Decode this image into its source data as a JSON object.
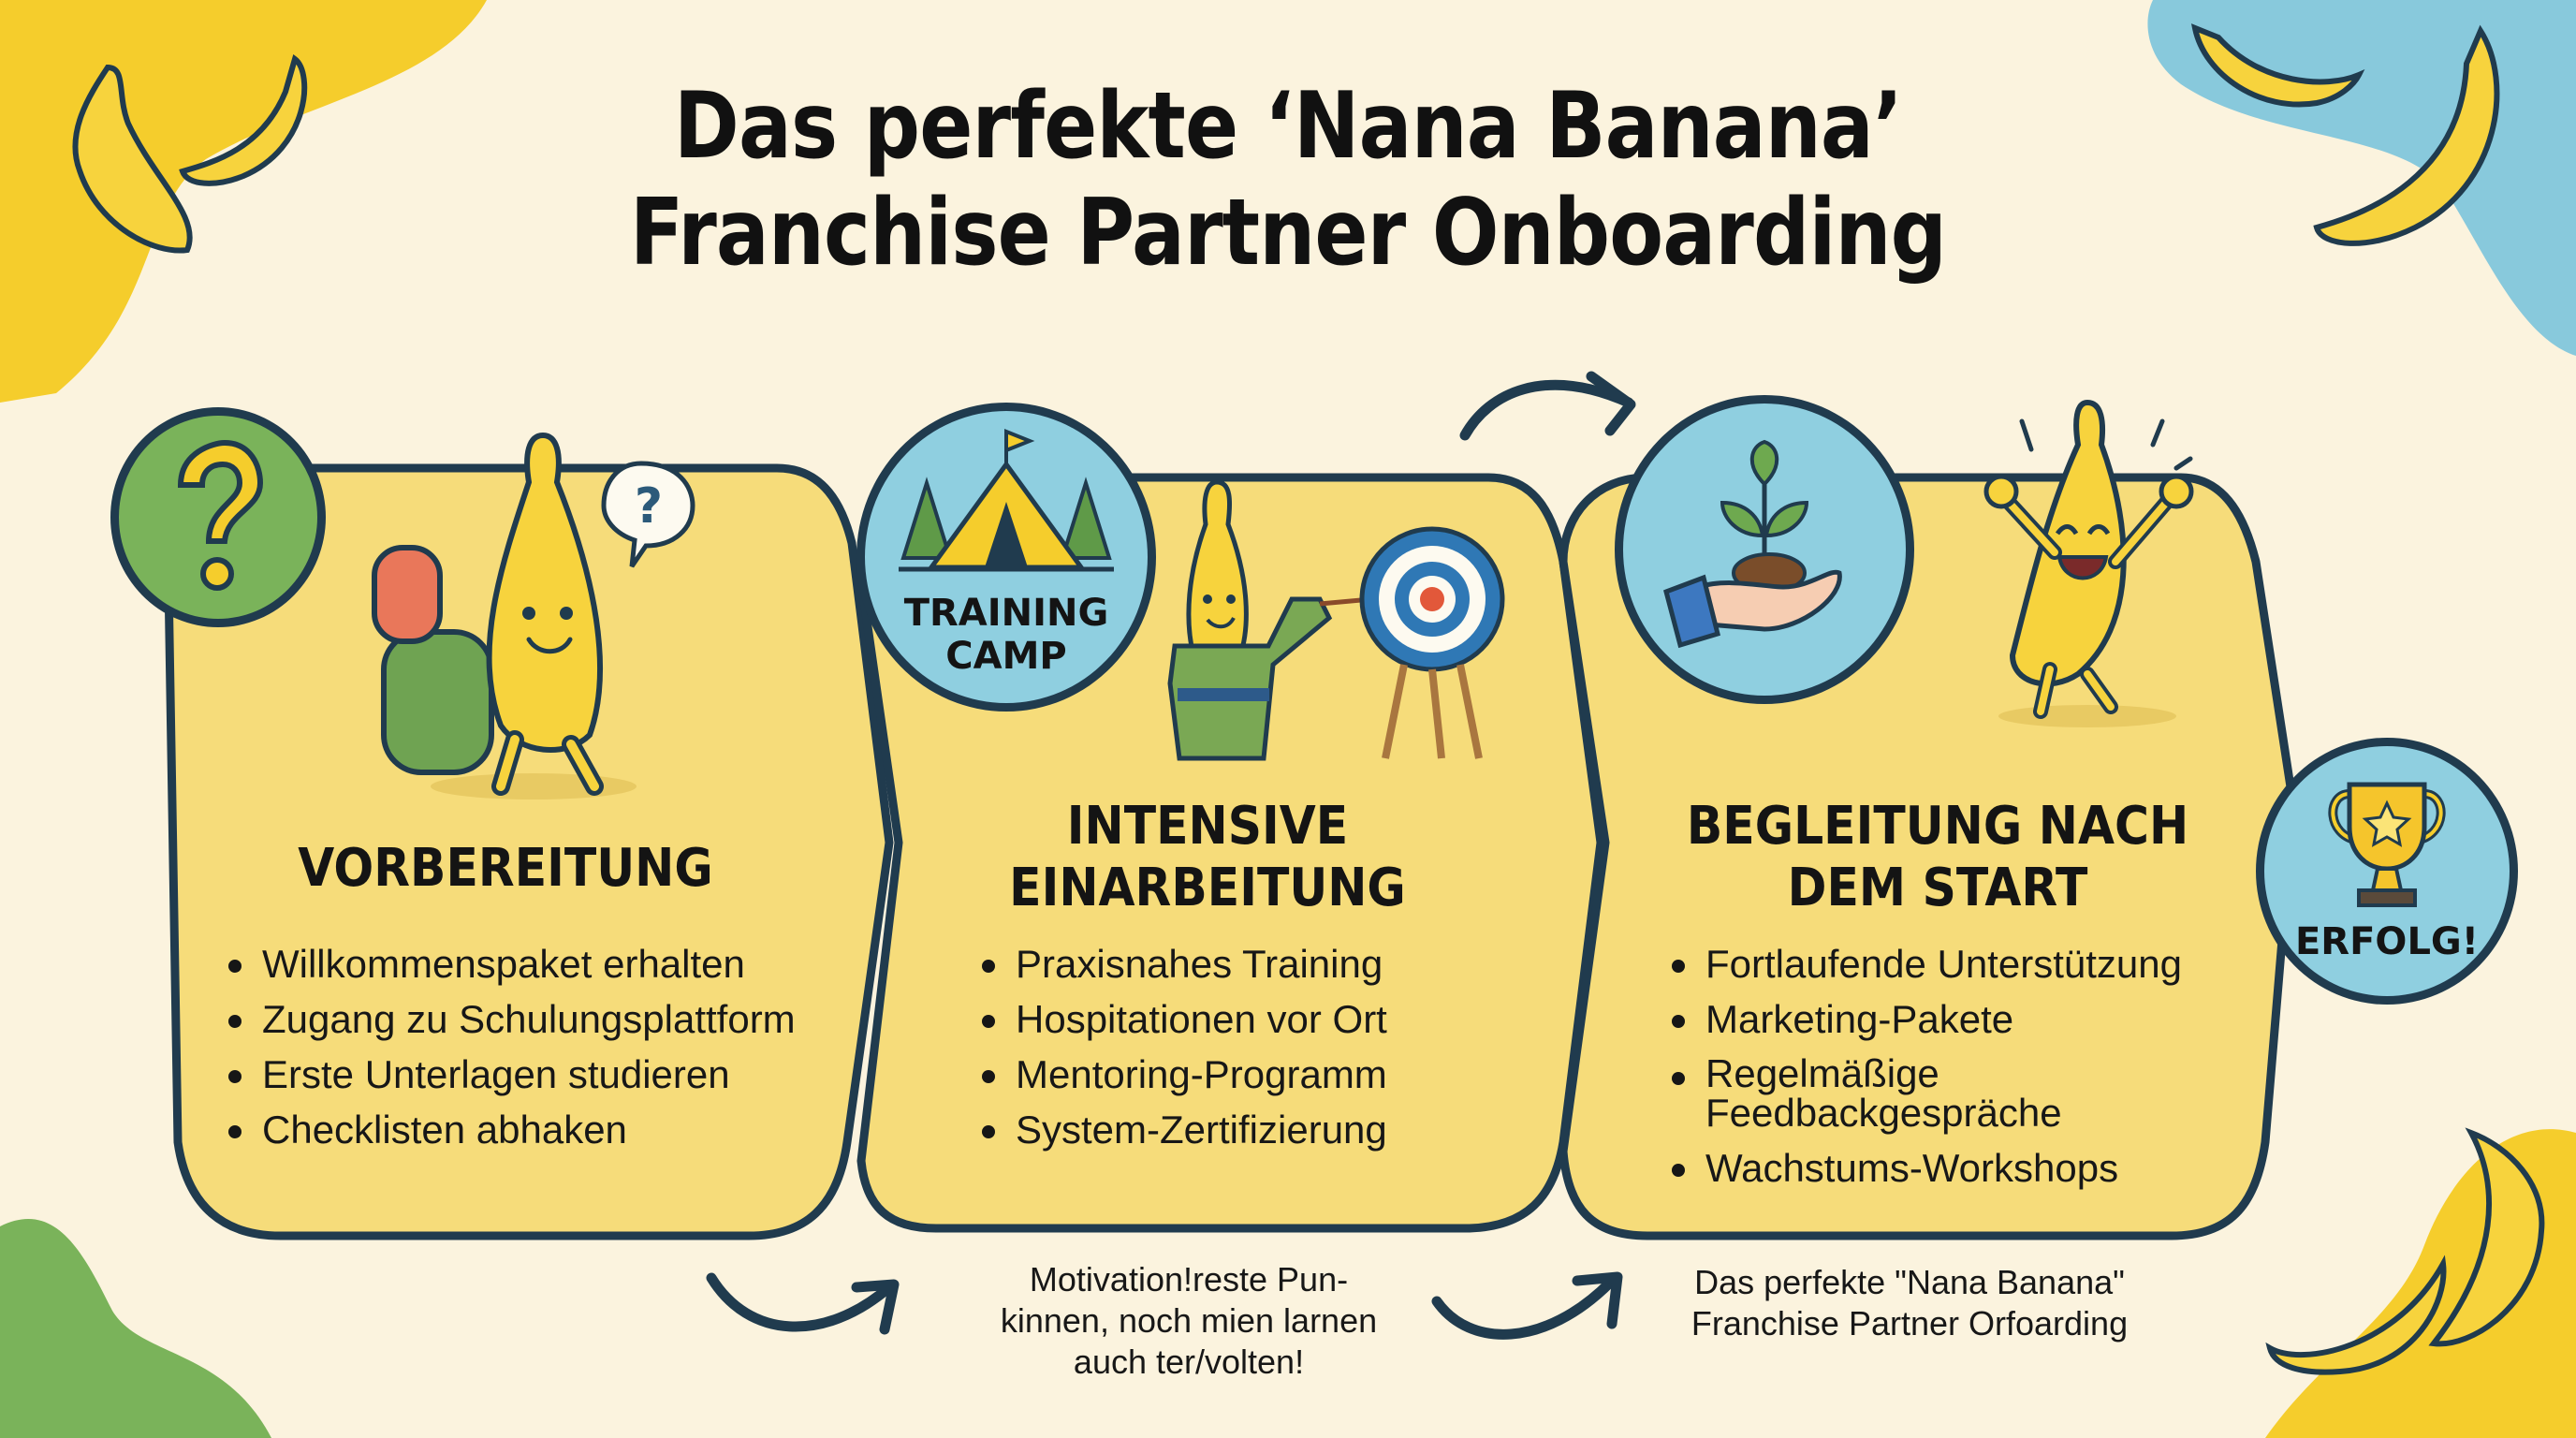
{
  "title": {
    "line1": "Das perfekte ‘Nana Banana’",
    "line2": "Franchise Partner Onboarding"
  },
  "colors": {
    "background": "#fbf3de",
    "panel_fill": "#f6dc7a",
    "outline": "#203b4e",
    "accent_yellow": "#f5cd2c",
    "accent_blue": "#8fcfe0",
    "accent_green": "#7ab35a"
  },
  "steps": [
    {
      "icon": "question-mark-icon",
      "heading": "VORBEREITUNG",
      "items": [
        "Willkommenspaket erhalten",
        "Zugang zu Schulungsplattform",
        "Erste Unterlagen studieren",
        "Checklisten abhaken"
      ],
      "illustration": "banana-backpacker"
    },
    {
      "icon": "training-camp-tent-icon",
      "badge_line1": "TRAINING",
      "badge_line2": "CAMP",
      "heading_line1": "INTENSIVE",
      "heading_line2": "EINARBEITUNG",
      "items": [
        "Praxisnahes Training",
        "Hospitationen vor Ort",
        "Mentoring-Programm",
        "System-Zertifizierung"
      ],
      "illustration": "banana-karate-target"
    },
    {
      "icon": "hand-sprout-icon",
      "heading_line1": "BEGLEITUNG NACH",
      "heading_line2": "DEM START",
      "items": [
        "Fortlaufende Unterstützung",
        "Marketing-Pakete",
        "Regelmäßige Feedbackgespräche",
        "Wachstums-Workshops"
      ],
      "items_wrapped": {
        "line1": "Regelmäßige",
        "line2": "Feedbackgespräche"
      },
      "illustration": "banana-cheering"
    }
  ],
  "success_badge": {
    "icon": "trophy-star-icon",
    "label": "ERFOLG!"
  },
  "captions": {
    "middle": {
      "line1": "Motivation!reste Pun-",
      "line2": "kinnen, noch mien larnen",
      "line3": "auch ter/volten!"
    },
    "right": {
      "line1": "Das perfekte \"Nana Banana\"",
      "line2": "Franchise Partner Orfoarding"
    }
  }
}
